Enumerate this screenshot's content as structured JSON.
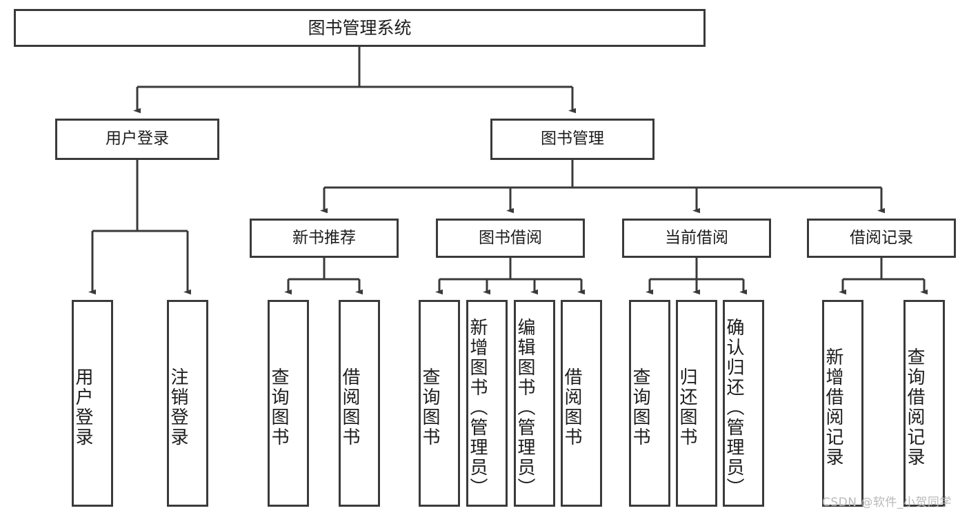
{
  "diagram": {
    "title": "图书管理系统",
    "type": "tree-hierarchy",
    "watermark": "CSDN @软件_小贺同学",
    "colors": {
      "stroke": "#3a3a3a",
      "fill": "#ffffff",
      "text": "#1c1c1c",
      "watermark": "#b9b9b9"
    },
    "nodes": {
      "root": {
        "label": "图书管理系统",
        "level": 1,
        "orientation": "horizontal"
      },
      "n_user_login": {
        "label": "用户登录",
        "level": 2,
        "orientation": "horizontal"
      },
      "n_book_mgmt": {
        "label": "图书管理",
        "level": 2,
        "orientation": "horizontal"
      },
      "n_new_book_rec": {
        "label": "新书推荐",
        "level": 3,
        "orientation": "horizontal"
      },
      "n_book_borrow": {
        "label": "图书借阅",
        "level": 3,
        "orientation": "horizontal"
      },
      "n_current_borrow": {
        "label": "当前借阅",
        "level": 3,
        "orientation": "horizontal"
      },
      "n_borrow_record": {
        "label": "借阅记录",
        "level": 3,
        "orientation": "horizontal"
      },
      "l_user_login": {
        "label": "用户登录",
        "level": 4,
        "orientation": "vertical"
      },
      "l_logout": {
        "label": "注销登录",
        "level": 4,
        "orientation": "vertical"
      },
      "l_query_book_1": {
        "label": "查询图书",
        "level": 4,
        "orientation": "vertical"
      },
      "l_borrow_book_1": {
        "label": "借阅图书",
        "level": 4,
        "orientation": "vertical"
      },
      "l_query_book_2": {
        "label": "查询图书",
        "level": 4,
        "orientation": "vertical"
      },
      "l_add_book": {
        "label": "新增图书（管理员）",
        "level": 4,
        "orientation": "vertical"
      },
      "l_edit_book": {
        "label": "编辑图书（管理员）",
        "level": 4,
        "orientation": "vertical"
      },
      "l_borrow_book_2": {
        "label": "借阅图书",
        "level": 4,
        "orientation": "vertical"
      },
      "l_query_book_3": {
        "label": "查询图书",
        "level": 4,
        "orientation": "vertical"
      },
      "l_return_book": {
        "label": "归还图书",
        "level": 4,
        "orientation": "vertical"
      },
      "l_confirm_return": {
        "label": "确认归还（管理员）",
        "level": 4,
        "orientation": "vertical"
      },
      "l_add_record": {
        "label": "新增借阅记录",
        "level": 4,
        "orientation": "vertical"
      },
      "l_query_record": {
        "label": "查询借阅记录",
        "level": 4,
        "orientation": "vertical"
      }
    },
    "edges": [
      {
        "from": "root",
        "to": "n_user_login"
      },
      {
        "from": "root",
        "to": "n_book_mgmt"
      },
      {
        "from": "n_user_login",
        "to": "l_user_login"
      },
      {
        "from": "n_user_login",
        "to": "l_logout"
      },
      {
        "from": "n_book_mgmt",
        "to": "n_new_book_rec"
      },
      {
        "from": "n_book_mgmt",
        "to": "n_book_borrow"
      },
      {
        "from": "n_book_mgmt",
        "to": "n_current_borrow"
      },
      {
        "from": "n_book_mgmt",
        "to": "n_borrow_record"
      },
      {
        "from": "n_new_book_rec",
        "to": "l_query_book_1"
      },
      {
        "from": "n_new_book_rec",
        "to": "l_borrow_book_1"
      },
      {
        "from": "n_book_borrow",
        "to": "l_query_book_2"
      },
      {
        "from": "n_book_borrow",
        "to": "l_add_book"
      },
      {
        "from": "n_book_borrow",
        "to": "l_edit_book"
      },
      {
        "from": "n_book_borrow",
        "to": "l_borrow_book_2"
      },
      {
        "from": "n_current_borrow",
        "to": "l_query_book_3"
      },
      {
        "from": "n_current_borrow",
        "to": "l_return_book"
      },
      {
        "from": "n_current_borrow",
        "to": "l_confirm_return"
      },
      {
        "from": "n_borrow_record",
        "to": "l_add_record"
      },
      {
        "from": "n_borrow_record",
        "to": "l_query_record"
      }
    ]
  }
}
